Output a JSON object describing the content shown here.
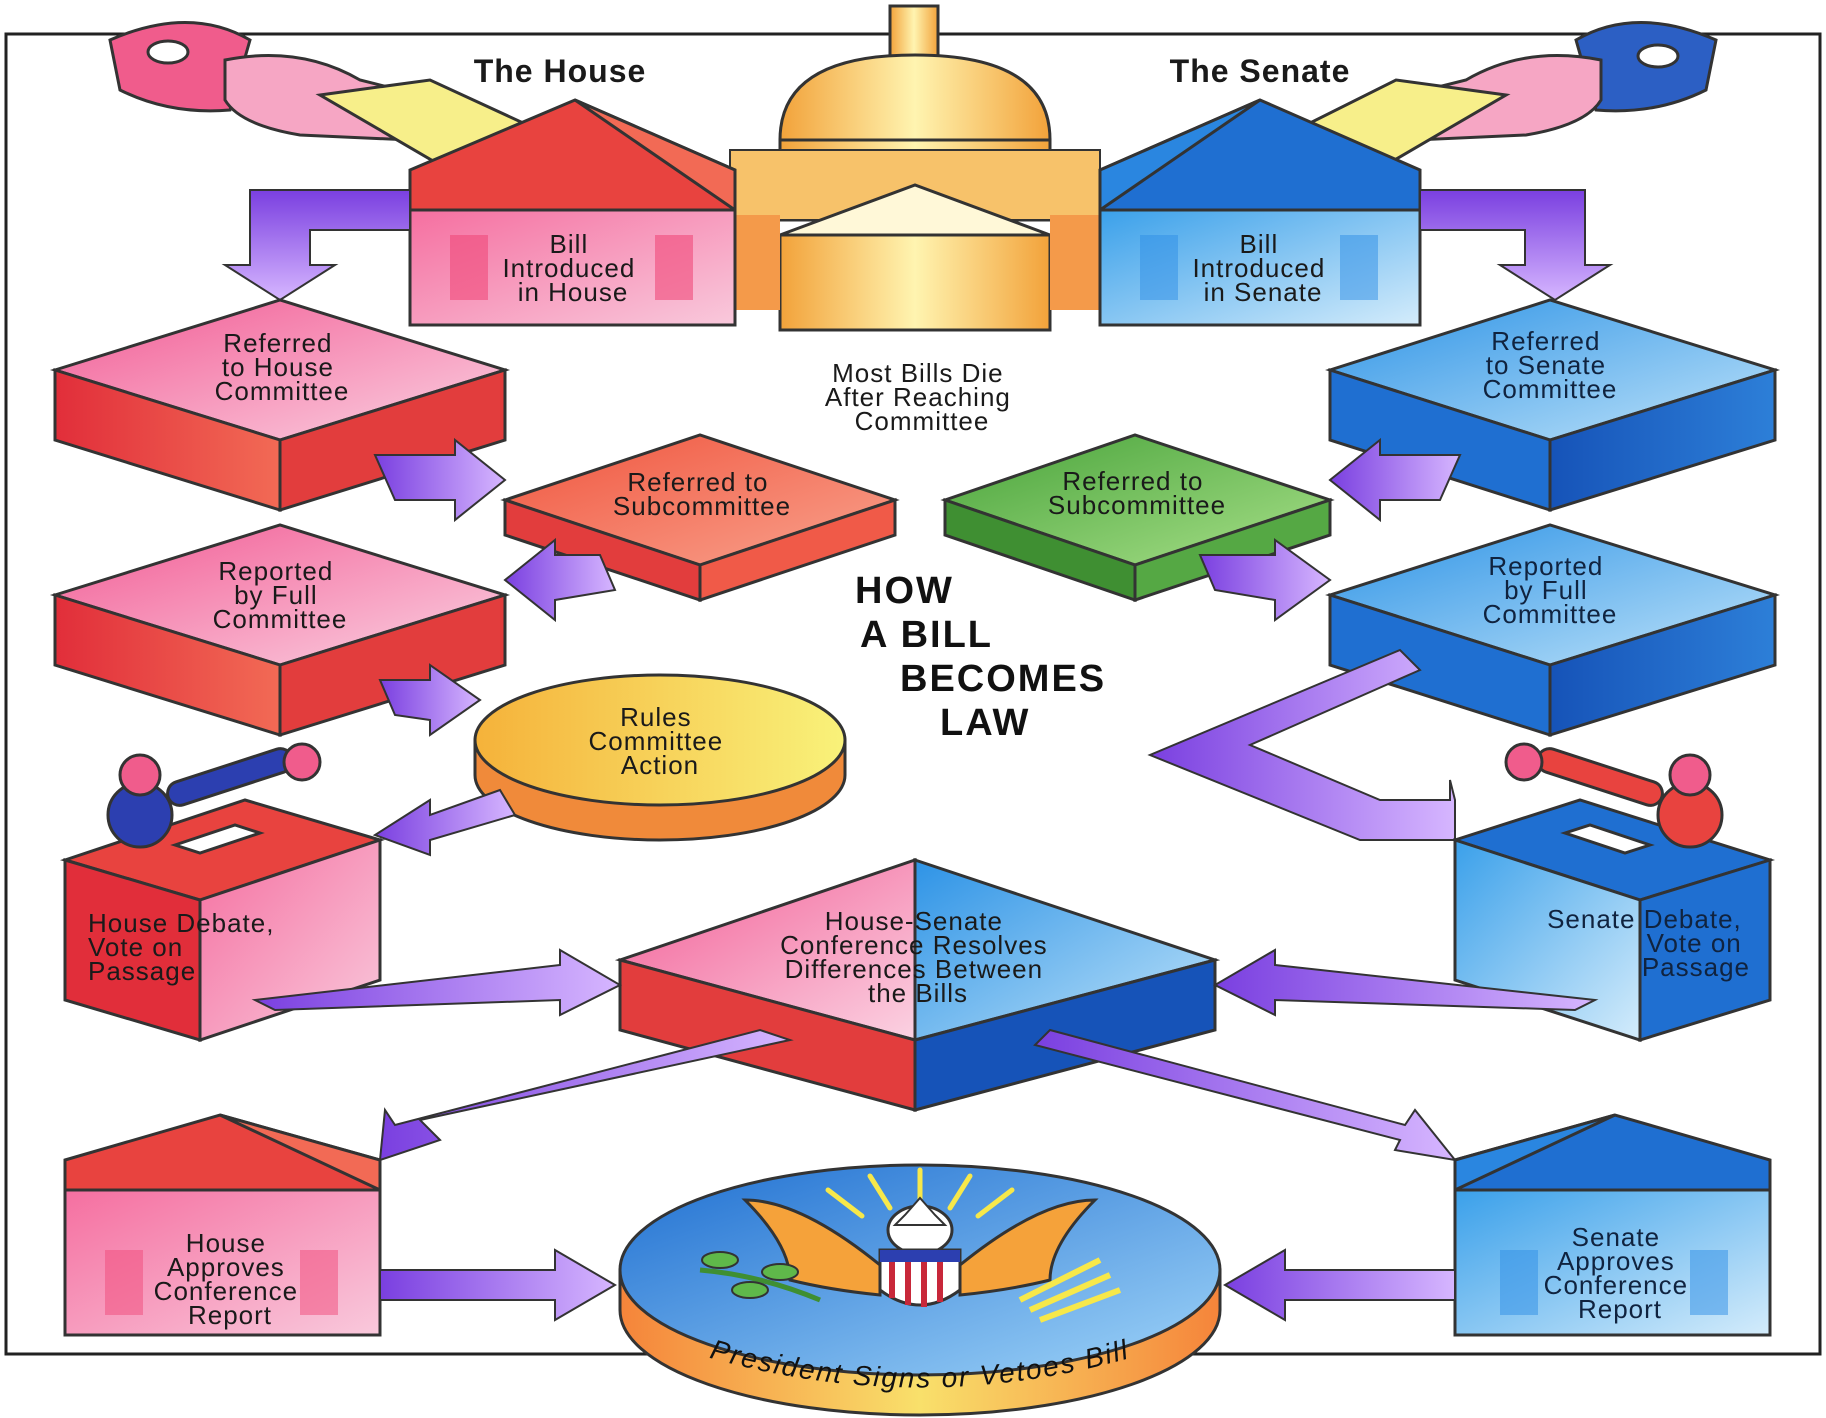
{
  "headers": {
    "house": "The House",
    "senate": "The Senate"
  },
  "title": {
    "line1": "HOW",
    "line2": "A BILL",
    "line3": "BECOMES",
    "line4": "LAW"
  },
  "note": {
    "line1": "Most Bills Die",
    "line2": "After Reaching",
    "line3": "Committee"
  },
  "house_steps": {
    "introduced": [
      "Bill",
      "Introduced",
      "in House"
    ],
    "committee": [
      "Referred",
      "to House",
      "Committee"
    ],
    "subcommittee": [
      "Referred to",
      "Subcommittee"
    ],
    "reported": [
      "Reported",
      "by Full",
      "Committee"
    ],
    "rules": [
      "Rules",
      "Committee",
      "Action"
    ],
    "debate": [
      "House Debate,",
      "Vote on",
      "Passage"
    ],
    "approves": [
      "House",
      "Approves",
      "Conference",
      "Report"
    ]
  },
  "senate_steps": {
    "introduced": [
      "Bill",
      "Introduced",
      "in Senate"
    ],
    "committee": [
      "Referred",
      "to Senate",
      "Committee"
    ],
    "subcommittee": [
      "Referred to",
      "Subcommittee"
    ],
    "reported": [
      "Reported",
      "by Full",
      "Committee"
    ],
    "debate": [
      "Senate Debate,",
      "Vote on",
      "Passage"
    ],
    "approves": [
      "Senate",
      "Approves",
      "Conference",
      "Report"
    ]
  },
  "conference": [
    "House-Senate",
    "Conference Resolves",
    "Differences Between",
    "the Bills"
  ],
  "president": "President Signs or Vetoes Bill",
  "colors": {
    "house_red": "#e8433f",
    "house_pink": "#f07aa5",
    "senate_blue": "#1f6fd1",
    "senate_light": "#7cc3f0",
    "arrow_purple": "#9b5be6",
    "rules_yellow": "#f7e84a",
    "sub_green": "#5fb84a"
  }
}
